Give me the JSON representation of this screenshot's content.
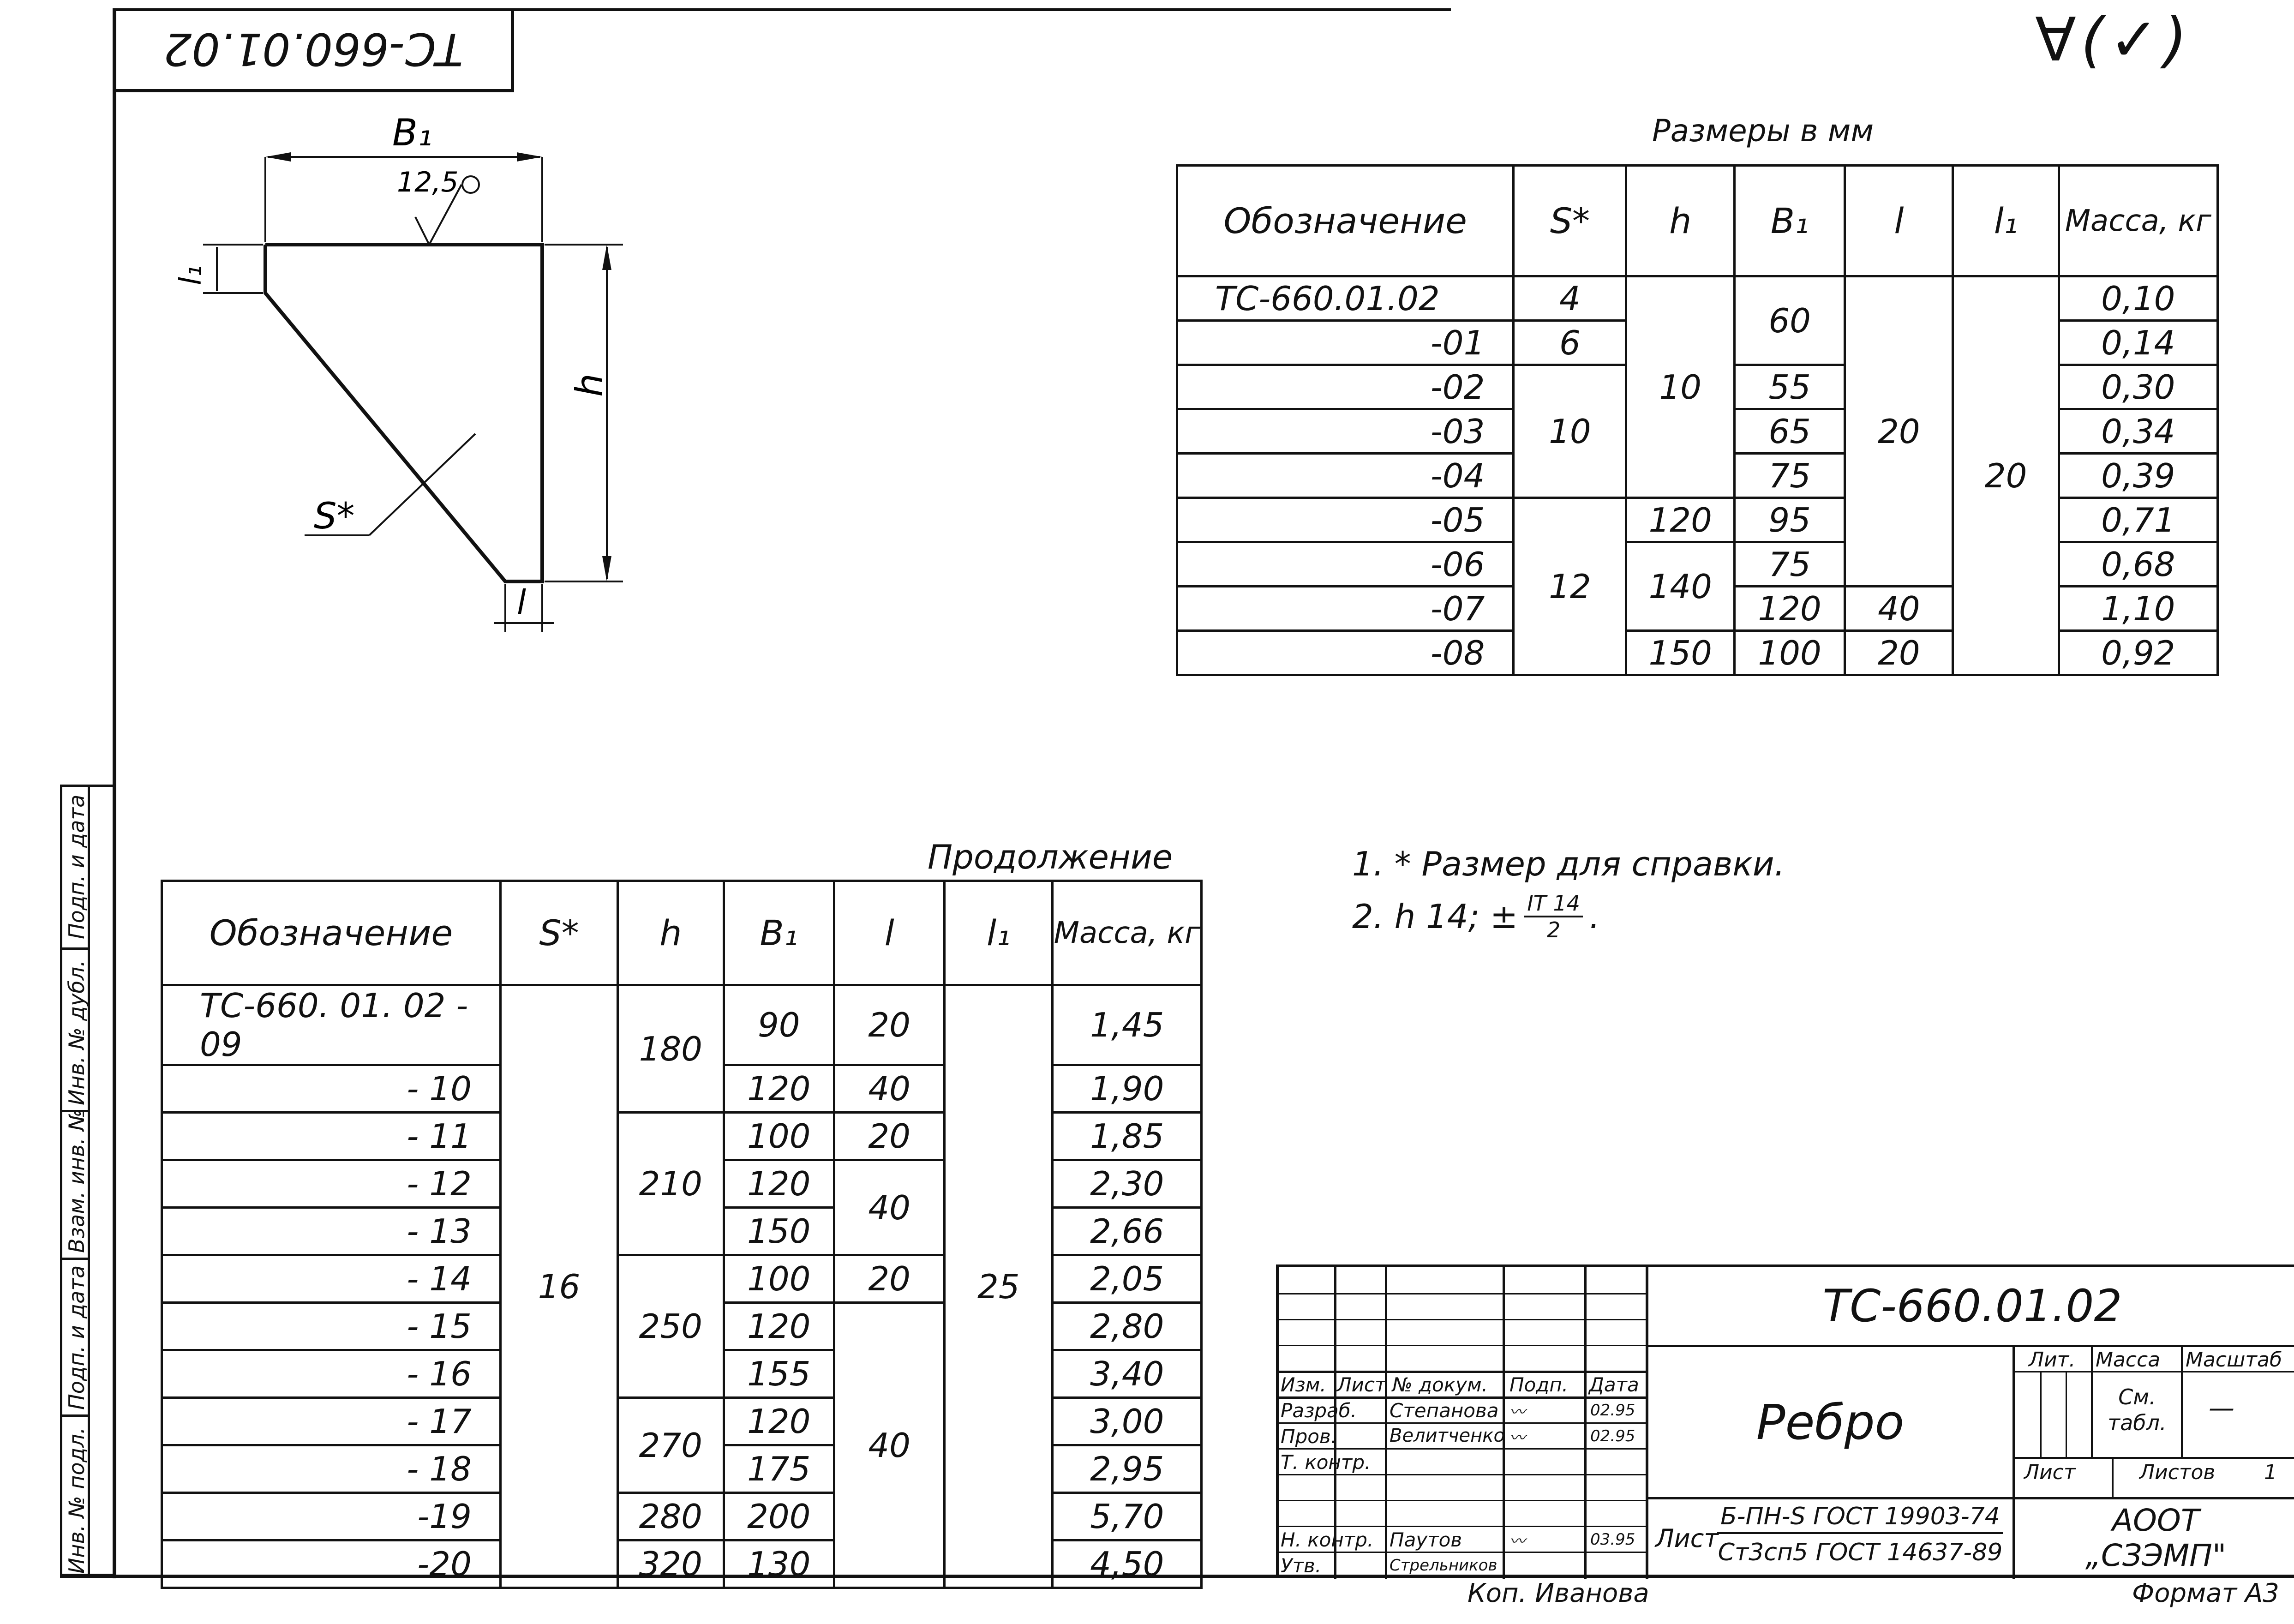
{
  "stamp_code": "ТС-660.01.02",
  "top_right_mark": "∀(✓)",
  "drawing": {
    "label_b1": "B₁",
    "label_roughness": "12,5",
    "label_l1": "l₁",
    "label_h": "h",
    "label_s": "S*",
    "label_l": "l"
  },
  "table1": {
    "caption": "Размеры в мм",
    "headers": [
      "Обозначение",
      "S*",
      "h",
      "B₁",
      "l",
      "l₁",
      "Масса, кг"
    ],
    "des": [
      "ТС-660.01.02",
      "-01",
      "-02",
      "-03",
      "-04",
      "-05",
      "-06",
      "-07",
      "-08"
    ],
    "s": [
      "4",
      "6",
      "10",
      "12"
    ],
    "h": [
      "10",
      "120",
      "140",
      "150"
    ],
    "b1": [
      "60",
      "55",
      "65",
      "75",
      "95",
      "75",
      "120",
      "100"
    ],
    "l": [
      "20",
      "40",
      "20"
    ],
    "l1": [
      "20"
    ],
    "mass": [
      "0,10",
      "0,14",
      "0,30",
      "0,34",
      "0,39",
      "0,71",
      "0,68",
      "1,10",
      "0,92"
    ]
  },
  "table2": {
    "caption": "Продолжение",
    "headers": [
      "Обозначение",
      "S*",
      "h",
      "B₁",
      "l",
      "l₁",
      "Масса, кг"
    ],
    "des": [
      "ТС-660. 01. 02   - 09",
      "- 10",
      "- 11",
      "- 12",
      "- 13",
      "- 14",
      "- 15",
      "- 16",
      "- 17",
      "- 18",
      "-19",
      "-20"
    ],
    "s": [
      "16"
    ],
    "h": [
      "180",
      "210",
      "250",
      "270",
      "280",
      "320"
    ],
    "b1": [
      "90",
      "120",
      "100",
      "120",
      "150",
      "100",
      "120",
      "155",
      "120",
      "175",
      "200",
      "130"
    ],
    "l": [
      "20",
      "40",
      "20",
      "40",
      "20",
      "40"
    ],
    "l1": [
      "25"
    ],
    "mass": [
      "1,45",
      "1,90",
      "1,85",
      "2,30",
      "2,66",
      "2,05",
      "2,80",
      "3,40",
      "3,00",
      "2,95",
      "5,70",
      "4,50"
    ]
  },
  "notes": {
    "n1": "1. * Размер для справки.",
    "n2_prefix": "2.  h 14; ±",
    "n2_num": "IT 14",
    "n2_den": "2",
    "n2_suffix": "."
  },
  "side_labels": [
    "Инв. № подл.",
    "Подп. и дата",
    "Взам. инв. №",
    "Инв. № дубл.",
    "Подп. и дата"
  ],
  "title_block": {
    "code": "ТС-660.01.02",
    "name": "Ребро",
    "col_izm": "Изм.",
    "col_list": "Лист",
    "col_doc": "№ докум.",
    "col_podp": "Подп.",
    "col_data": "Дата",
    "razrab_label": "Разраб.",
    "razrab_name": "Степанова",
    "razrab_date": "02.95",
    "prov_label": "Пров.",
    "prov_name": "Велитченко",
    "prov_date": "02.95",
    "tkontr_label": "Т. контр.",
    "nkontr_label": "Н. контр.",
    "nkontr_name": "Паутов",
    "nkontr_date": "03.95",
    "utv_label": "Утв.",
    "utv_name": "Стрельников",
    "lit_label": "Лит.",
    "massa_label": "Масса",
    "masshtab_label": "Масштаб",
    "massa_value": "См. табл.",
    "masshtab_value": "—",
    "list_label": "Лист",
    "listov_label": "Листов",
    "listov_value": "1",
    "material_prefix": "Лист",
    "material_top": "Б-ПН-S ГОСТ 19903-74",
    "material_bottom": "Ст3сп5 ГОСТ 14637-89",
    "org_line1": "АООТ",
    "org_line2": "„СЗЭМП\"",
    "copied_by": "Коп. Иванова",
    "format": "Формат А3"
  }
}
